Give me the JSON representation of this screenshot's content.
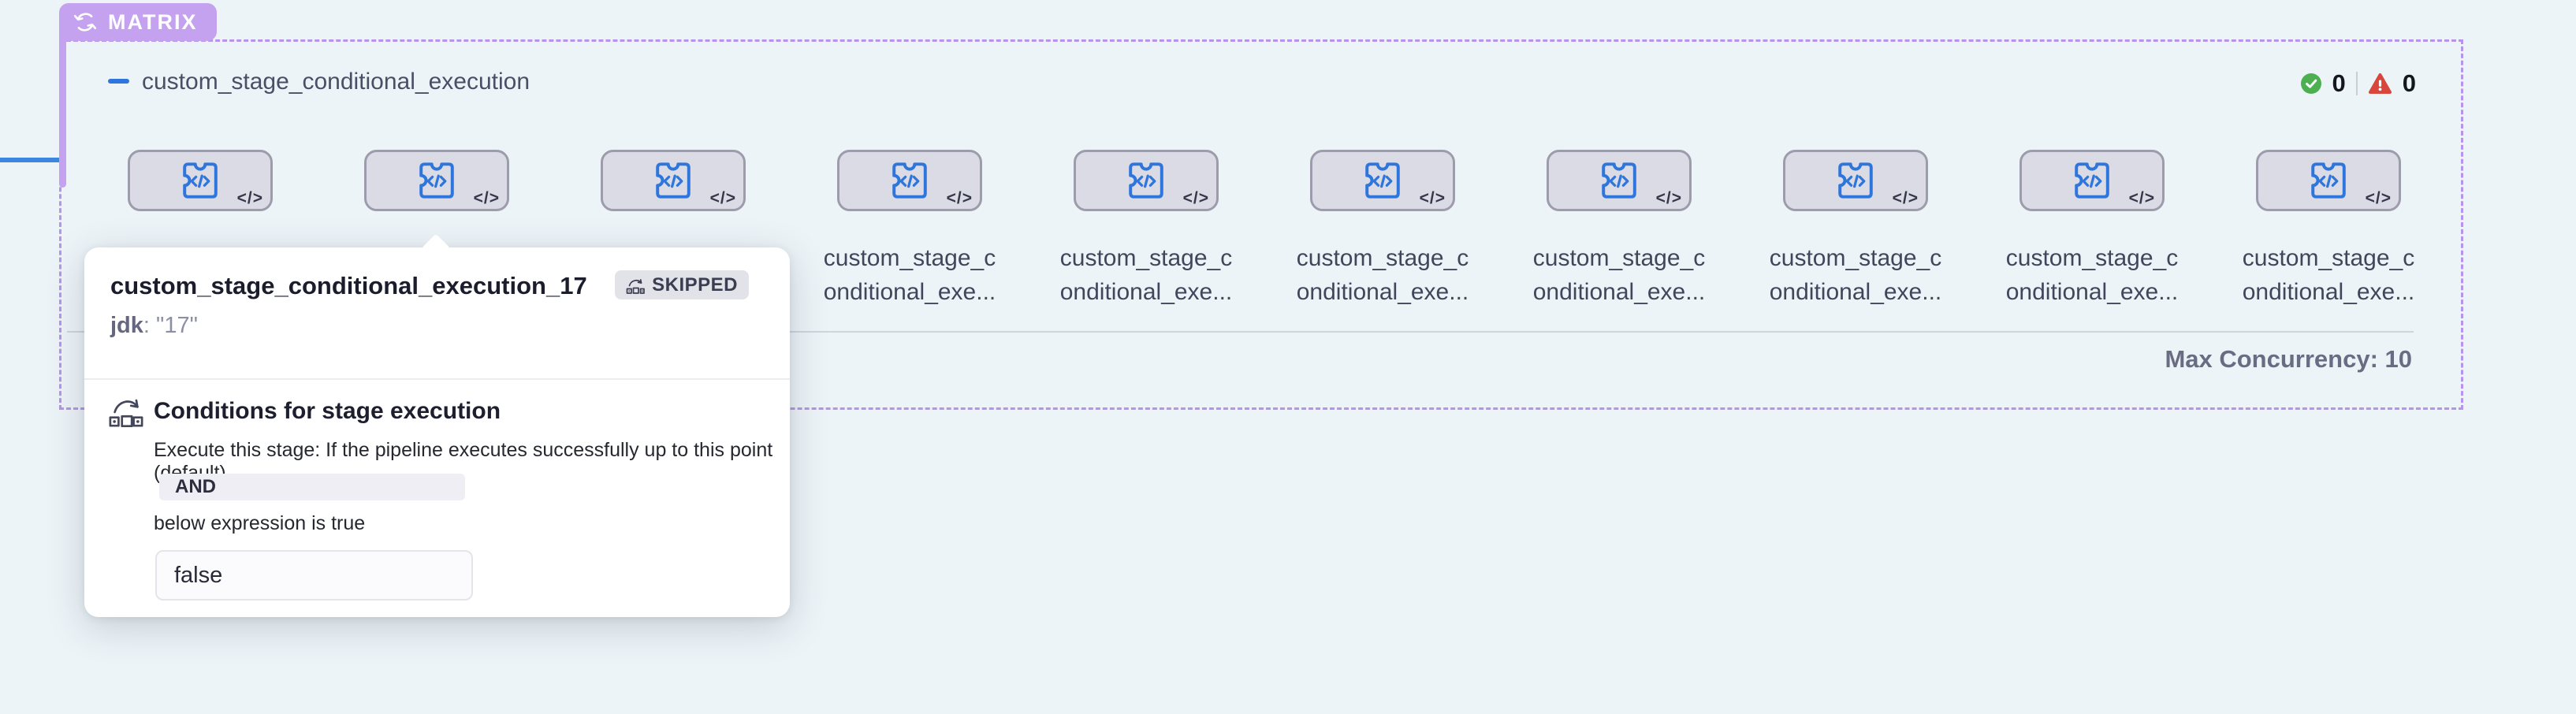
{
  "page": {
    "background": "#edf4f8",
    "accent_purple": "#b893ec",
    "accent_blue": "#2e76dc"
  },
  "matrix": {
    "badge_label": "MATRIX",
    "header": {
      "title": "custom_stage_conditional_execution"
    },
    "status_counts": {
      "success": "0",
      "failed": "0",
      "success_color": "#4caf50",
      "failed_color": "#d9463b"
    },
    "max_concurrency_label": "Max Concurrency: 10",
    "stages": {
      "count": 10,
      "label_line1": "custom_stage_c",
      "label_line2": "onditional_exe...",
      "code_glyph": "</>"
    }
  },
  "popover": {
    "title": "custom_stage_conditional_execution_17",
    "status_badge": {
      "label": "SKIPPED"
    },
    "variable": {
      "key": "jdk",
      "value": ": \"17\""
    },
    "conditions": {
      "heading": "Conditions for stage execution",
      "description": "Execute this stage: If the pipeline executes successfully up to this point (default)",
      "operator": "AND",
      "expression_hint": "below expression is true",
      "expression_value": "false"
    }
  }
}
